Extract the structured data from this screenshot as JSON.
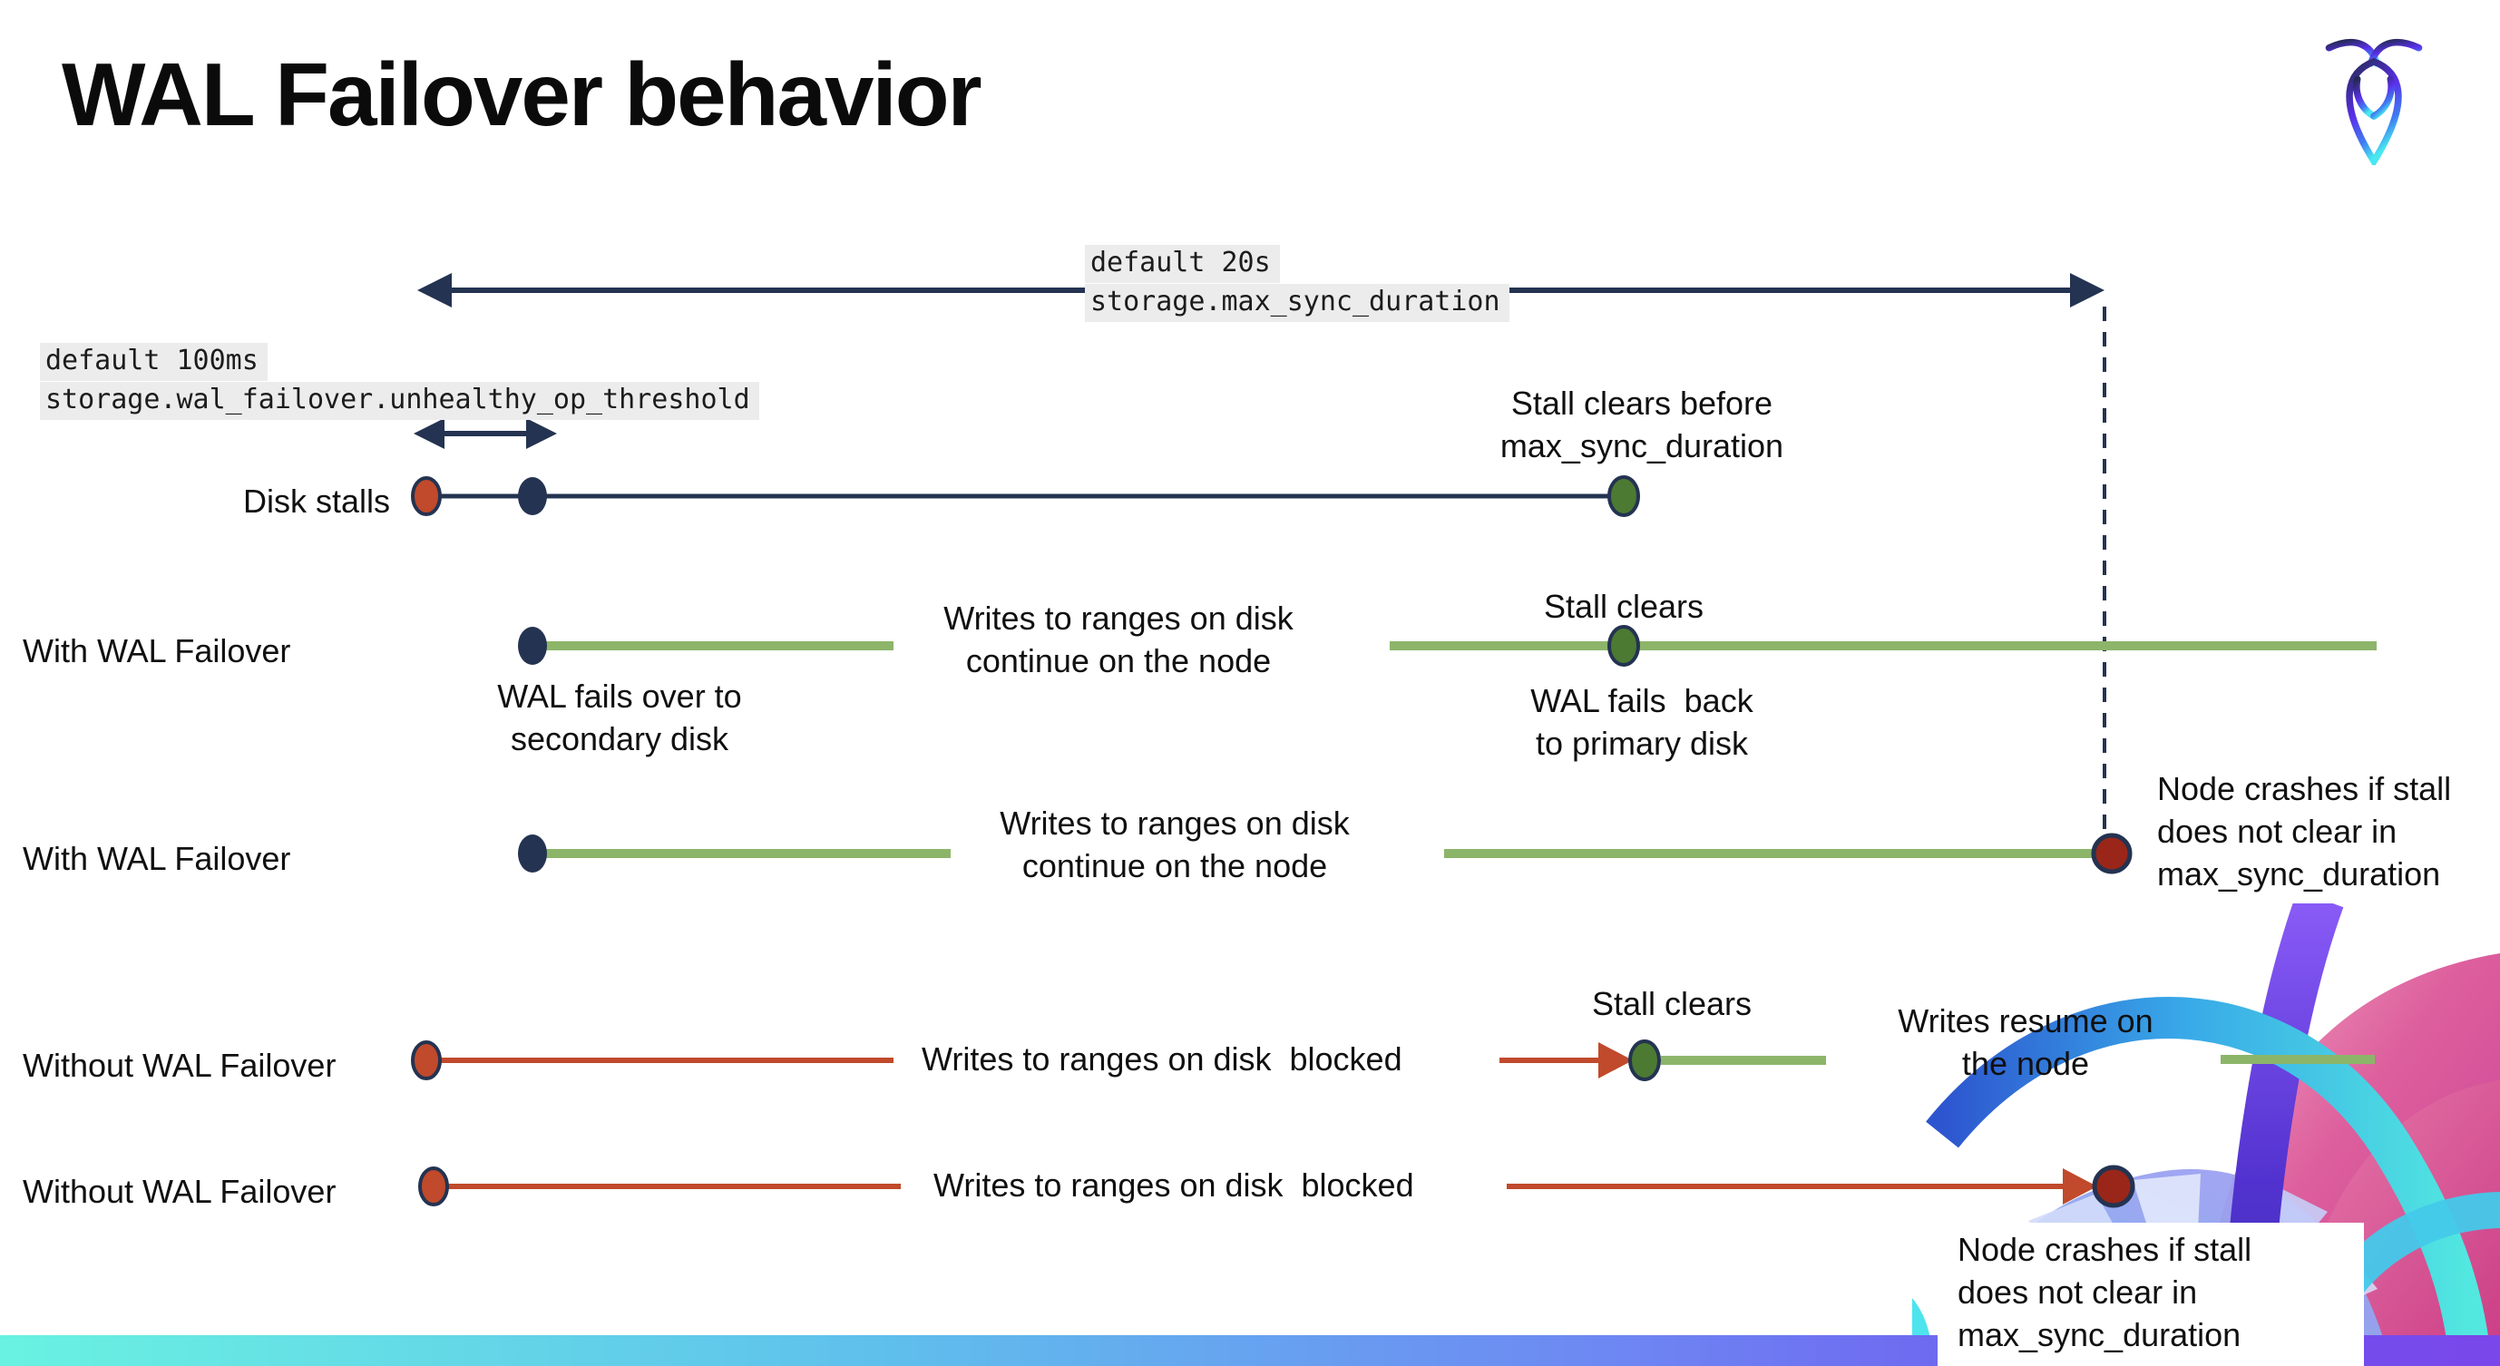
{
  "slide": {
    "title": "WAL Failover behavior"
  },
  "logo": {
    "name": "cockroach-logo"
  },
  "config_labels": {
    "max_sync_duration": {
      "line1": "default 20s",
      "line2": "storage.max_sync_duration"
    },
    "unhealthy_op_threshold": {
      "line1": "default 100ms",
      "line2": "storage.wal_failover.unhealthy_op_threshold"
    }
  },
  "rows": [
    {
      "label": "Disk stalls"
    },
    {
      "label": "With WAL Failover"
    },
    {
      "label": "With WAL Failover"
    },
    {
      "label": "Without WAL Failover"
    },
    {
      "label": "Without WAL Failover"
    }
  ],
  "annotations": {
    "stall_clears_before": {
      "line1": "Stall clears before",
      "line2": "max_sync_duration"
    },
    "wal_fails_over": {
      "line1": "WAL fails over to",
      "line2": "secondary disk"
    },
    "writes_continue_row2": {
      "line1": "Writes to ranges on disk",
      "line2": "continue on the node"
    },
    "stall_clears_row2": "Stall clears",
    "wal_fails_back": {
      "line1": "WAL fails  back",
      "line2": "to primary disk"
    },
    "writes_continue_row3": {
      "line1": "Writes to ranges on disk",
      "line2": "continue on the node"
    },
    "node_crashes_row3": {
      "line1": "Node crashes if stall",
      "line2": "does not clear in",
      "line3": "max_sync_duration"
    },
    "writes_blocked_row4": "Writes to ranges on disk  blocked",
    "stall_clears_row4": "Stall clears",
    "writes_resume": {
      "line1": "Writes resume on",
      "line2": "the node"
    },
    "writes_blocked_row5": "Writes to ranges on disk  blocked",
    "node_crashes_row5": {
      "line1": "Node crashes if stall",
      "line2": "does not clear in",
      "line3": "max_sync_duration"
    }
  },
  "colors": {
    "navy": "#243351",
    "green_line": "#8cb56a",
    "green_dot": "#4c7a33",
    "red": "#c04a2b",
    "dark_red": "#9a2619",
    "label_bg": "#ececec",
    "bar_gradient": [
      "#69f2e1",
      "#5fc0ec",
      "#6e86f3",
      "#7a47ea"
    ],
    "logo_gradient": [
      "#232a52",
      "#5a2fe8",
      "#3f7df2",
      "#49e8f0"
    ]
  }
}
